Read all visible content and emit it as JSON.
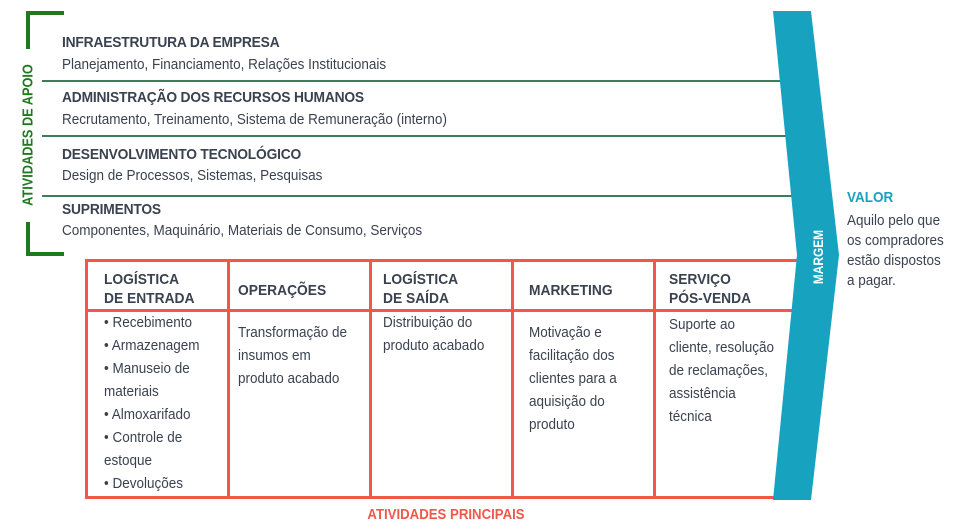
{
  "support": {
    "label": "ATIVIDADES DE APOIO",
    "rows": [
      {
        "title": "INFRAESTRUTURA DA EMPRESA",
        "desc": "Planejamento, Financiamento, Relações Institucionais"
      },
      {
        "title": "ADMINISTRAÇÃO DOS RECURSOS HUMANOS",
        "desc": "Recrutamento, Treinamento, Sistema de Remuneração (interno)"
      },
      {
        "title": "DESENVOLVIMENTO TECNOLÓGICO",
        "desc": "Design de Processos, Sistemas, Pesquisas"
      },
      {
        "title": "SUPRIMENTOS",
        "desc": "Componentes, Maquinário, Materiais de Consumo, Serviços"
      }
    ]
  },
  "primary": {
    "label": "ATIVIDADES PRINCIPAIS",
    "columns": [
      {
        "title1": "LOGÍSTICA",
        "title2": "DE ENTRADA",
        "lines": [
          "• Recebimento",
          "• Armazenagem",
          "• Manuseio de",
          "materiais",
          "• Almoxarifado",
          "• Controle de",
          "estoque",
          "• Devoluções"
        ]
      },
      {
        "title1": "OPERAÇÕES",
        "title2": "",
        "lines": [
          "Transformação de",
          "insumos em",
          "produto acabado"
        ]
      },
      {
        "title1": "LOGÍSTICA",
        "title2": "DE SAÍDA",
        "lines": [
          "Distribuição do",
          "produto acabado"
        ]
      },
      {
        "title1": "MARKETING",
        "title2": "",
        "lines": [
          "Motivação e",
          "facilitação dos",
          "clientes para a",
          "aquisição do",
          "produto"
        ]
      },
      {
        "title1": "SERVIÇO",
        "title2": "PÓS-VENDA",
        "lines": [
          "Suporte ao",
          "cliente, resolução",
          "de reclamações,",
          "assistência",
          "técnica"
        ]
      }
    ]
  },
  "margin": {
    "label": "MARGEM"
  },
  "value": {
    "title": "VALOR",
    "lines": [
      "Aquilo pelo que",
      "os compradores",
      "estão dispostos",
      "a pagar."
    ]
  },
  "colors": {
    "green": "#1e7a1e",
    "red": "#f2584a",
    "teal": "#17a2bf",
    "text": "#3a4250"
  }
}
